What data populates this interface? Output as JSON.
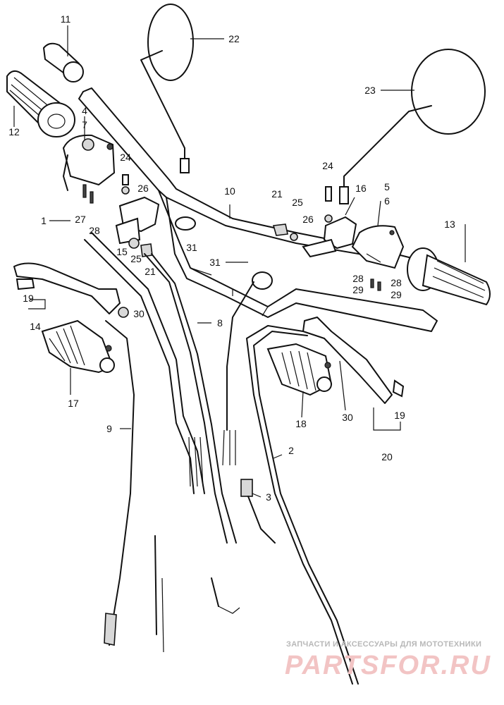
{
  "callouts": {
    "c1": "1",
    "c2": "2",
    "c3": "3",
    "c4": "4",
    "c5": "5",
    "c6": "6",
    "c7": "7",
    "c8": "8",
    "c9": "9",
    "c10": "10",
    "c11": "11",
    "c12": "12",
    "c13": "13",
    "c14": "14",
    "c15": "15",
    "c16": "16",
    "c17": "17",
    "c18": "18",
    "c19a": "19",
    "c19b": "19",
    "c20": "20",
    "c21a": "21",
    "c21b": "21",
    "c22": "22",
    "c23": "23",
    "c24a": "24",
    "c24b": "24",
    "c25a": "25",
    "c25b": "25",
    "c26a": "26",
    "c26b": "26",
    "c27": "27",
    "c28a": "28",
    "c28b": "28",
    "c28c": "28",
    "c29a": "29",
    "c29b": "29",
    "c30a": "30",
    "c30b": "30",
    "c31a": "31",
    "c31b": "31"
  },
  "watermark": {
    "caption": "ЗАПЧАСТИ И АКСЕССУАРЫ ДЛЯ МОТОТЕХНИКИ",
    "logo": "PARTSFOR.RU"
  }
}
